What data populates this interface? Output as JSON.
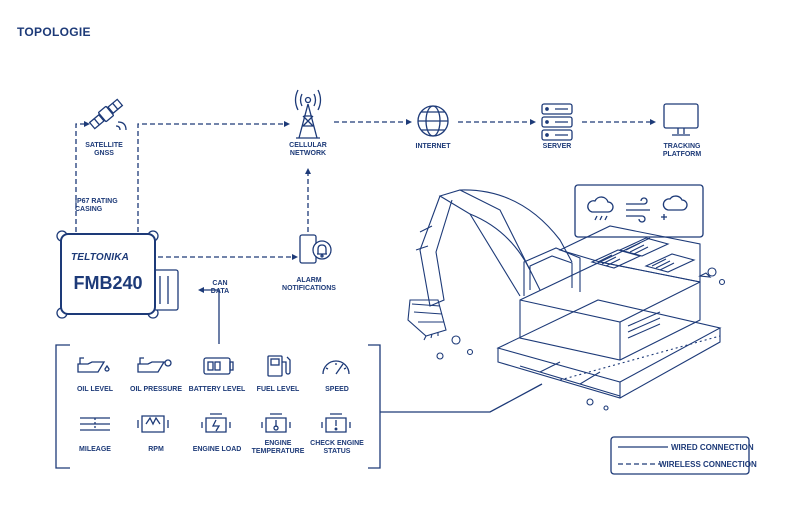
{
  "title": "TOPOLOGIE",
  "device": {
    "brand": "TELTONIKA",
    "model": "FMB240"
  },
  "nodes": {
    "satellite": [
      "SATELLITE",
      "GNSS"
    ],
    "cellular": [
      "CELLULAR",
      "NETWORK"
    ],
    "internet": [
      "INTERNET"
    ],
    "server": [
      "SERVER"
    ],
    "tracking": [
      "TRACKING",
      "PLATFORM"
    ],
    "alarm": [
      "ALARM",
      "NOTIFICATIONS"
    ],
    "ip67": [
      "IP67 RATING",
      "CASING"
    ],
    "can": [
      "CAN",
      "DATA"
    ]
  },
  "can_items": [
    {
      "icon": "oil-level-icon",
      "lines": [
        "OIL LEVEL"
      ]
    },
    {
      "icon": "oil-pressure-icon",
      "lines": [
        "OIL PRESSURE"
      ]
    },
    {
      "icon": "battery-level-icon",
      "lines": [
        "BATTERY LEVEL"
      ]
    },
    {
      "icon": "fuel-level-icon",
      "lines": [
        "FUEL LEVEL"
      ]
    },
    {
      "icon": "speed-icon",
      "lines": [
        "SPEED"
      ]
    },
    {
      "icon": "mileage-icon",
      "lines": [
        "MILEAGE"
      ]
    },
    {
      "icon": "rpm-icon",
      "lines": [
        "RPM"
      ]
    },
    {
      "icon": "engine-load-icon",
      "lines": [
        "ENGINE LOAD"
      ]
    },
    {
      "icon": "engine-temperature-icon",
      "lines": [
        "ENGINE",
        "TEMPERATURE"
      ]
    },
    {
      "icon": "check-engine-icon",
      "lines": [
        "CHECK ENGINE",
        "STATUS"
      ]
    }
  ],
  "legend": {
    "wired": "WIRED CONNECTION",
    "wireless": "WIRELESS CONNECTION"
  },
  "colors": {
    "primary": "#1d3a78",
    "background": "#ffffff"
  }
}
